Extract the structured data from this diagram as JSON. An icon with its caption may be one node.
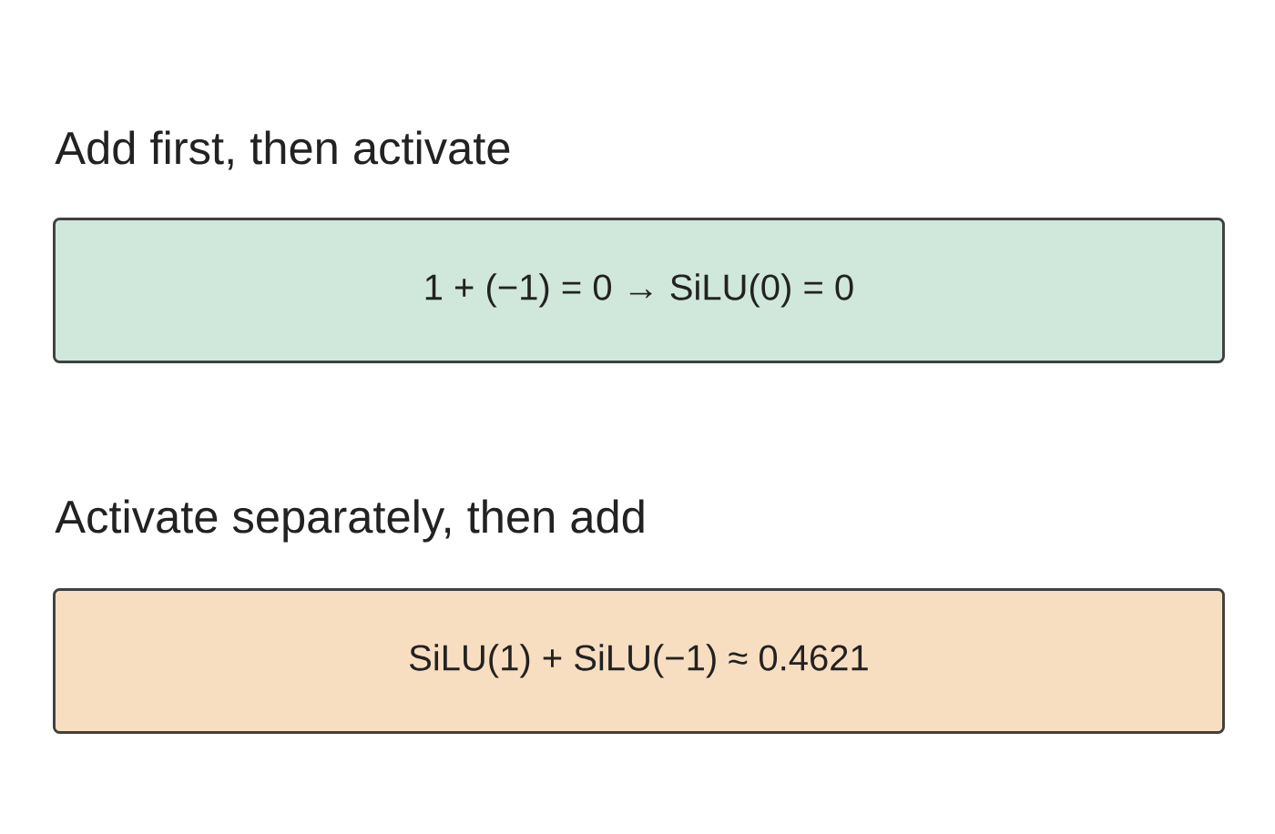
{
  "diagram": {
    "nodes": [
      {
        "text": [
          "Add first, then activate",
          "1 + (−1) = 0 → SiLU(0) = 0"
        ]
      },
      {
        "text": [
          "Activate separately, then add",
          "SiLU(1) + SiLU(−1) ≈ 0.4621"
        ]
      }
    ]
  }
}
